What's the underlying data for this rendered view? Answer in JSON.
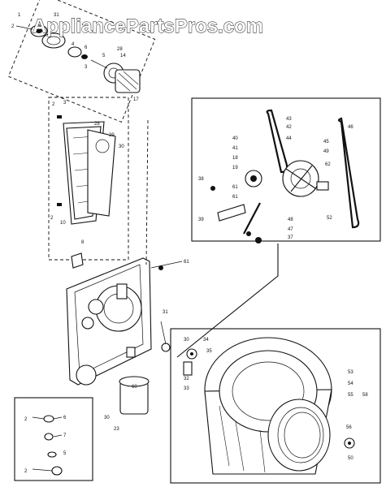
{
  "watermark": "AppliancePartsPros.com",
  "colors": {
    "line": "#111111",
    "background": "#ffffff"
  },
  "callouts": {
    "blower": [
      "1",
      "2",
      "4",
      "6",
      "5",
      "31",
      "14",
      "3",
      "28",
      "17"
    ],
    "filter": [
      "2",
      "3",
      "28",
      "29",
      "30",
      "2",
      "10"
    ],
    "inset_top": [
      "43",
      "42",
      "44",
      "40",
      "41",
      "18",
      "19",
      "45",
      "49",
      "62",
      "46",
      "38",
      "39",
      "61",
      "61",
      "48",
      "47",
      "37",
      "52"
    ],
    "cabinet": [
      "8",
      "61",
      "31",
      "60",
      "30",
      "23"
    ],
    "drum": [
      "30",
      "34",
      "35",
      "32",
      "33",
      "53",
      "54",
      "55",
      "58",
      "56",
      "50"
    ],
    "inset_bottom": [
      "2",
      "6",
      "7",
      "5",
      "2"
    ]
  }
}
